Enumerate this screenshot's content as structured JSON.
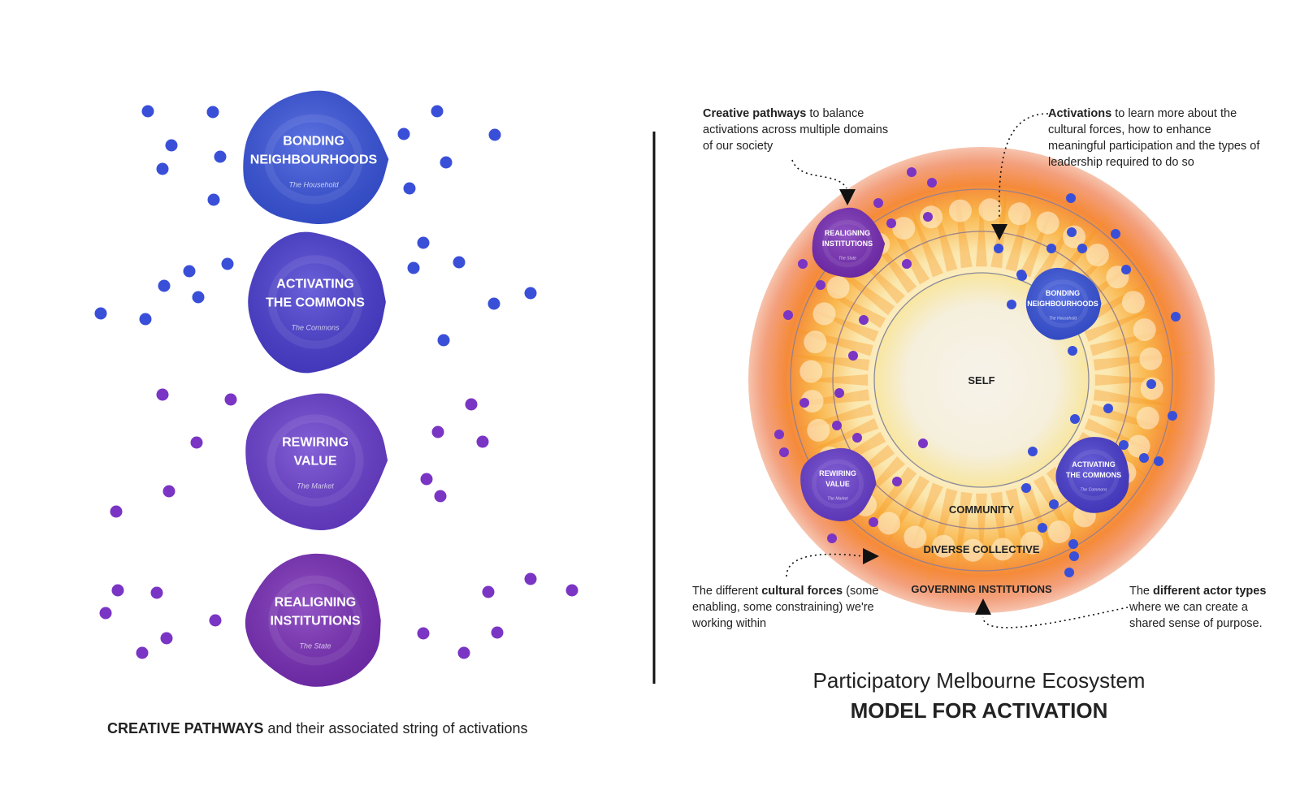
{
  "left_panel": {
    "pathways": [
      {
        "title_lines": [
          "BONDING",
          "NEIGHBOURHOODS"
        ],
        "subtitle": "The Household",
        "color": "#3a55dd"
      },
      {
        "title_lines": [
          "ACTIVATING",
          "THE COMMONS"
        ],
        "subtitle": "The Commons",
        "color": "#4b3fd2"
      },
      {
        "title_lines": [
          "REWIRING",
          "VALUE"
        ],
        "subtitle": "The Market",
        "color": "#6a3fcf"
      },
      {
        "title_lines": [
          "REALIGNING",
          "INSTITUTIONS"
        ],
        "subtitle": "The State",
        "color": "#7a2fb8"
      }
    ],
    "caption_bold": "CREATIVE PATHWAYS",
    "caption_rest": " and their associated string of activations"
  },
  "right_panel": {
    "ring_labels": {
      "self": "SELF",
      "community": "COMMUNITY",
      "diverse_collective": "DIVERSE COLLECTIVE",
      "governing_institutions": "GOVERNING INSTITUTIONS"
    },
    "small_circles": [
      {
        "title_lines": [
          "REALIGNING",
          "INSTITUTIONS"
        ],
        "subtitle": "The State",
        "color": "#7a2fb8"
      },
      {
        "title_lines": [
          "BONDING",
          "NEIGHBOURHOODS"
        ],
        "subtitle": "The Household",
        "color": "#3a55dd"
      },
      {
        "title_lines": [
          "REWIRING",
          "VALUE"
        ],
        "subtitle": "The Market",
        "color": "#6a3fcf"
      },
      {
        "title_lines": [
          "ACTIVATING",
          "THE COMMONS"
        ],
        "subtitle": "The Commons",
        "color": "#4b3fd2"
      }
    ],
    "annotations": {
      "creative_pathways": {
        "bold": "Creative pathways",
        "rest": " to balance activations across multiple domains of our society"
      },
      "activations": {
        "bold": "Activations",
        "rest": " to learn more about the cultural forces, how to enhance meaningful participation and the types of leadership required to do so"
      },
      "cultural_forces": {
        "pre": "The different ",
        "bold": "cultural forces",
        "rest": " (some enabling, some constraining) we're working within"
      },
      "actor_types": {
        "pre": "The ",
        "bold": "different actor types",
        "rest": " where we can create a shared sense of purpose."
      }
    },
    "title_line1": "Participatory Melbourne Ecosystem",
    "title_line2": "MODEL FOR ACTIVATION"
  },
  "colors": {
    "dot_blue": "#3a4fd8",
    "dot_purple": "#7a35c4",
    "outer_ring": "#f2a07a",
    "fire": "#f7941d",
    "inner_glow": "#fbe9a0",
    "center": "#f6f1e4"
  }
}
